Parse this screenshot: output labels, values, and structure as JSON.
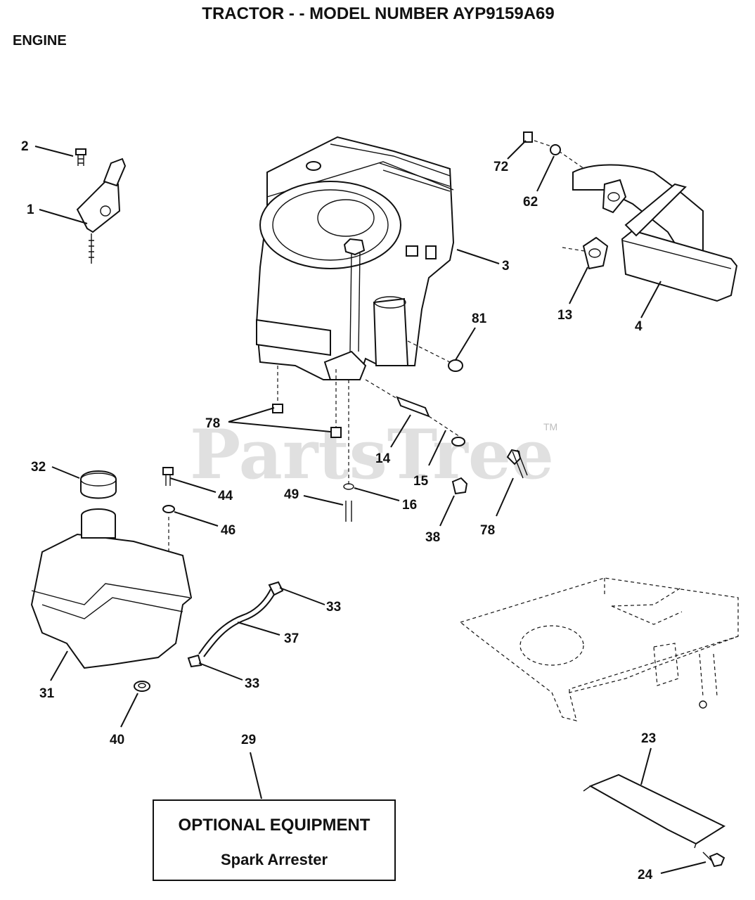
{
  "header": {
    "title": "TRACTOR - - MODEL NUMBER AYP9159A69",
    "section": "ENGINE"
  },
  "watermark": {
    "text": "PartsTree",
    "mark": "TM"
  },
  "optional_box": {
    "title": "OPTIONAL EQUIPMENT",
    "item": "Spark Arrester"
  },
  "callouts": {
    "c1": "1",
    "c2": "2",
    "c3": "3",
    "c4": "4",
    "c13": "13",
    "c14": "14",
    "c15": "15",
    "c16": "16",
    "c23": "23",
    "c24": "24",
    "c29": "29",
    "c31": "31",
    "c32": "32",
    "c33a": "33",
    "c33b": "33",
    "c37": "37",
    "c38": "38",
    "c40": "40",
    "c44": "44",
    "c46": "46",
    "c49": "49",
    "c62": "62",
    "c72": "72",
    "c78a": "78",
    "c78b": "78",
    "c81": "81"
  }
}
